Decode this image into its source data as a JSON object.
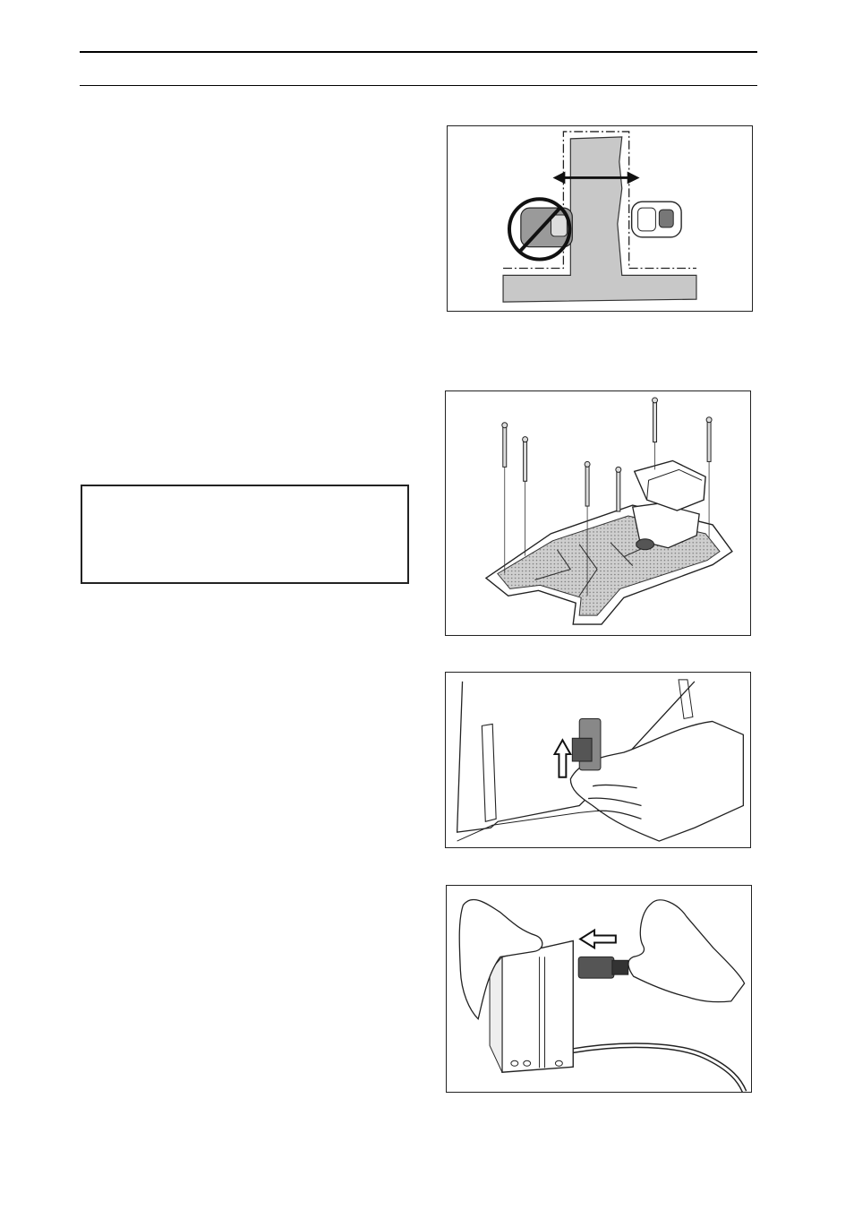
{
  "page": {
    "header_rules": 2
  },
  "figures": [
    {
      "id": "boundary-wire-clearance",
      "icons": [
        "prohibited-icon",
        "mower-icon",
        "double-arrow-icon"
      ]
    },
    {
      "id": "charging-station-pegs",
      "icons": [
        "peg-icon",
        "charging-plate-icon"
      ]
    },
    {
      "id": "charging-cover-removal",
      "icons": [
        "up-arrow-icon",
        "hand-icon"
      ]
    },
    {
      "id": "power-supply-connection",
      "icons": [
        "left-arrow-icon",
        "hand-icon",
        "connector-icon"
      ]
    }
  ],
  "note_box": {
    "text": ""
  },
  "colors": {
    "ink": "#222222",
    "lawn_gray": "#c8c8c8",
    "mower_gray": "#9a9a9a",
    "paper": "#ffffff"
  }
}
